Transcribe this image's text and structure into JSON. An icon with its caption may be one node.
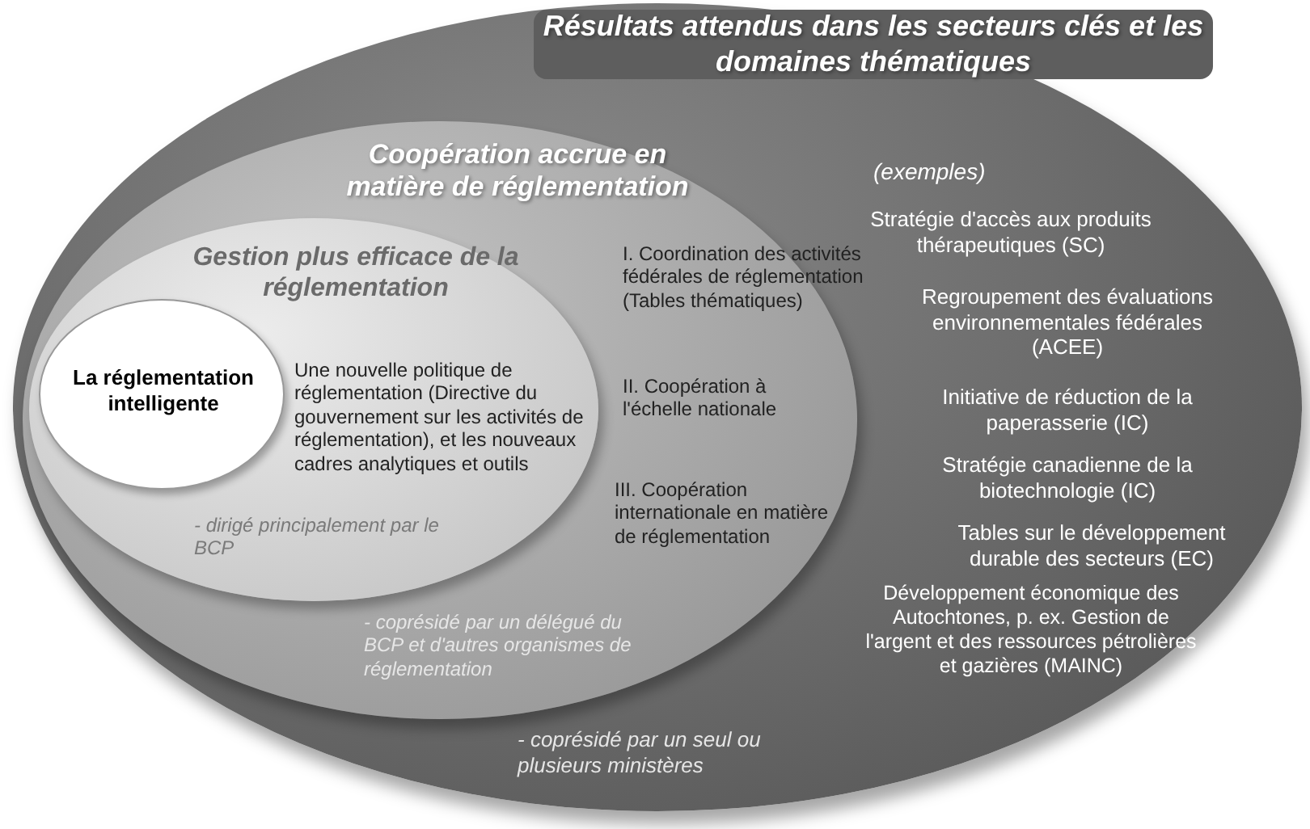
{
  "diagram": {
    "nodes": [
      {
        "text": [
          "Résultats attendus dans les secteurs clés et les domaines thématiques",
          "(exemples)",
          "Stratégie d'accès aux produits thérapeutiques (SC)",
          "Regroupement des évaluations environnementales fédérales (ACEE)",
          "Initiative de réduction de la paperasserie (IC)",
          "Stratégie canadienne de la biotechnologie (IC)",
          "Tables sur le développement durable des secteurs (EC)",
          "Développement économique des Autochtones, p. ex. Gestion de l'argent et des ressources pétrolières et gazières (MAINC)",
          "- coprésidé par un seul ou plusieurs ministères"
        ]
      },
      {
        "text": [
          "Coopération accrue en matière de réglementation",
          "I. Coordination des activités fédérales de réglementation (Tables thématiques)",
          "II. Coopération à l'échelle nationale",
          "III. Coopération internationale en matière de réglementation",
          "- coprésidé par un délégué du BCP et d'autres organismes de réglementation"
        ],
        "in": 0
      },
      {
        "text": [
          "Gestion plus efficace de la réglementation",
          "Une nouvelle politique de réglementation (Directive du gouvernement sur les activités de réglementation), et les nouveaux cadres analytiques et outils",
          "- dirigé principalement par le BCP"
        ],
        "in": 1
      },
      {
        "text": [
          "La réglementation intelligente"
        ],
        "in": 2
      }
    ]
  }
}
